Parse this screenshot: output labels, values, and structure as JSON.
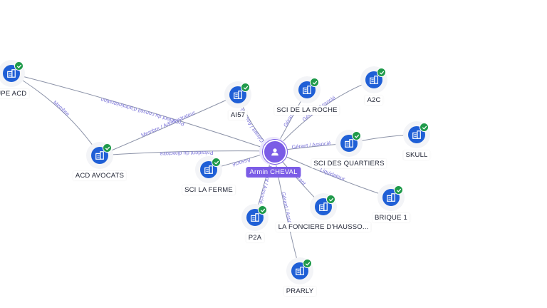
{
  "center": {
    "name": "Armin CHEVAL",
    "icon": "person-icon",
    "color": "#7b5ce6"
  },
  "companies": [
    {
      "id": "groupe-acd",
      "name": "OUPE ACD"
    },
    {
      "id": "acd-avocats",
      "name": "ACD AVOCATS"
    },
    {
      "id": "ai57",
      "name": "AI57"
    },
    {
      "id": "sci-roche",
      "name": "SCI DE LA ROCHE"
    },
    {
      "id": "a2c",
      "name": "A2C"
    },
    {
      "id": "skull",
      "name": "SKULL"
    },
    {
      "id": "sci-quartiers",
      "name": "SCI DES QUARTIERS"
    },
    {
      "id": "sci-ferme",
      "name": "SCI LA FERME"
    },
    {
      "id": "brique1",
      "name": "BRIQUE 1"
    },
    {
      "id": "p2a",
      "name": "P2A"
    },
    {
      "id": "fonciere",
      "name": "LA FONCIERE D'HAUSSO..."
    },
    {
      "id": "prarly",
      "name": "PRARLY"
    }
  ],
  "relations": [
    {
      "from": "center",
      "to": "groupe-acd",
      "label": "Président du conseil d'administration"
    },
    {
      "from": "groupe-acd",
      "to": "acd-avocats",
      "label": "Membre"
    },
    {
      "from": "center",
      "to": "acd-avocats",
      "label": "Président du directoire"
    },
    {
      "from": "acd-avocats",
      "to": "ai57",
      "label": "Membre / Administrateur"
    },
    {
      "from": "center",
      "to": "ai57",
      "label": "Gérant / Associé"
    },
    {
      "from": "center",
      "to": "sci-roche",
      "label": "Gérant"
    },
    {
      "from": "center",
      "to": "a2c",
      "label": "Gérant / Associé"
    },
    {
      "from": "center",
      "to": "sci-quartiers",
      "label": "Gérant / Associé"
    },
    {
      "from": "sci-quartiers",
      "to": "skull",
      "label": ""
    },
    {
      "from": "center",
      "to": "sci-ferme",
      "label": "Associé"
    },
    {
      "from": "center",
      "to": "brique1",
      "label": "Liquidateur"
    },
    {
      "from": "center",
      "to": "p2a",
      "label": "Gérant / Associé"
    },
    {
      "from": "center",
      "to": "fonciere",
      "label": "Gérant"
    },
    {
      "from": "center",
      "to": "prarly",
      "label": "Gérant / Associé"
    }
  ],
  "icons": {
    "company": "building-icon",
    "verified": "check-badge-icon"
  },
  "colors": {
    "company": "#1f5fd6",
    "verified": "#1f9a4a",
    "edge": "#8c93a8",
    "edge_label": "#7a73d9"
  }
}
